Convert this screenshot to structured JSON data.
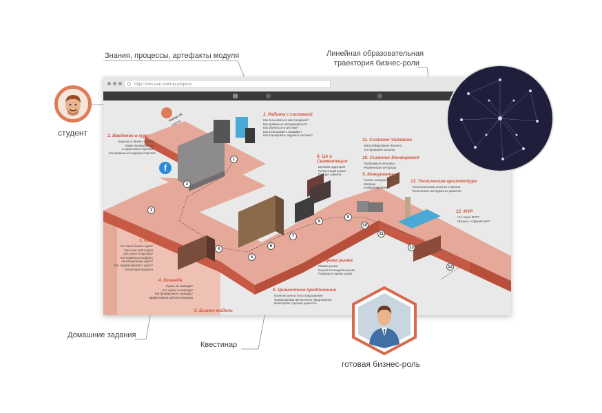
{
  "callouts": {
    "module_knowledge": "Знания, процессы, артефакты модуля",
    "linear_path_line1": "Линейная образовательная",
    "linear_path_line2": "траектория бизнес-роли",
    "student": "студент",
    "homework": "Домашние задания",
    "questinar": "Квестинар",
    "business_role": "готовая бизнес-роль"
  },
  "browser": {
    "url": "https://lms.teal.one/mp-projects"
  },
  "steps": [
    {
      "num": "1",
      "title": "1. Работа с системой",
      "items": [
        "Как пользоваться квестинарием?",
        "Как правильно авторизоваться?",
        "Как обучиться в системе?",
        "Как использовать профайл?",
        "Как планировать задачи в системе?"
      ]
    },
    {
      "num": "2",
      "title": "2. Введение в курс",
      "items": [
        "Карьера в твоем стартапе",
        "Какие преимущества",
        "и недостатки стартапа?",
        "Как правильно создания стартапа"
      ]
    },
    {
      "num": "3",
      "title": "3. Идея",
      "items": [
        "Что такое бизнес идея?",
        "Где и как найти идеи",
        "для своего стартапа?",
        "Как правильно выбрать",
        "инновационную идею?",
        "Как сформулировать идею?",
        "Концепция продукта"
      ]
    },
    {
      "num": "4",
      "title": "4. Команда",
      "items": [
        "Нужна ли команда?",
        "Кто нужен в команду?",
        "Как формировать команду?",
        "Эффективная рабочая команда"
      ]
    },
    {
      "num": "5",
      "title": "5. Бизнес-модель",
      "items": []
    },
    {
      "num": "6",
      "title": "6. Ценностное предложение",
      "items": [
        "Понятие ценностного предложения",
        "Формулировка ценностного предложения",
        "Мониторинг (оценка) ценности"
      ]
    },
    {
      "num": "7",
      "title": "7. Оценка рынка",
      "items": [
        "Размер рынка",
        "Оценка потенциала рынка",
        "Подходы к оценке рынка"
      ]
    },
    {
      "num": "8",
      "title": "8. ЦА и Сегментация",
      "items": [
        "Целевая аудитория",
        "Сегментация рынка",
        "Портрет клиента"
      ]
    },
    {
      "num": "9",
      "title": "9. Конкуренты",
      "items": [
        "Анализ конкурентов",
        "Матрица",
        "позиционирования"
      ]
    },
    {
      "num": "10",
      "title": "10. Customer Development",
      "items": [
        "Проблемное интервью",
        "Решенческое интервью"
      ]
    },
    {
      "num": "11",
      "title": "11. Customer Validation",
      "items": [
        "Масштабирование бизнеса",
        "Тестирование каналов"
      ]
    },
    {
      "num": "12",
      "title": "12. MVP",
      "items": [
        "Что такое MVP?",
        "Процесс создания MVP"
      ]
    },
    {
      "num": "13",
      "title": "13. Техническая архитектура",
      "items": [
        "Технологические аспекты стартапа",
        "Технические инструменты развития"
      ]
    }
  ],
  "sign": {
    "line1": "Кампус 24",
    "line2": "стартап"
  },
  "colors": {
    "accent": "#e07a57",
    "floor_top": "#e6a898",
    "floor_side": "#c75a45",
    "network_bg": "#1f1e3b",
    "hex_border": "#d9694e"
  }
}
